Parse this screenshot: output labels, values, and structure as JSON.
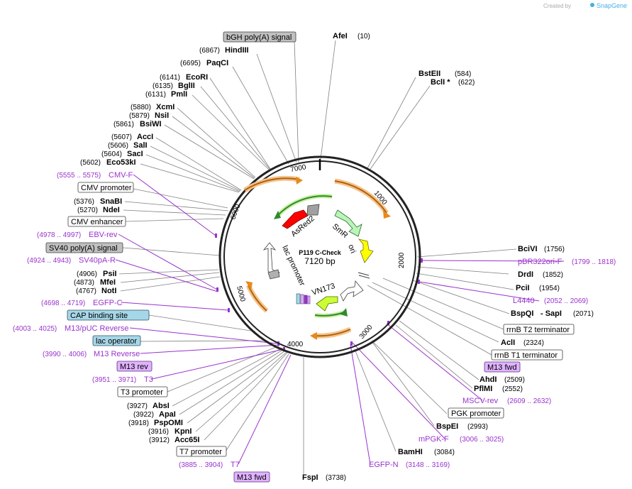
{
  "header": {
    "credit": "Created by",
    "brand": "SnapGene",
    "brand_color": "#45b0e5"
  },
  "plasmid": {
    "name": "P119 C-Check",
    "length": "7120 bp"
  },
  "ticks": [
    "1000",
    "2000",
    "3000",
    "4000",
    "5000",
    "6000",
    "7000"
  ],
  "features": [
    "AsRed2",
    "SmR",
    "ori",
    "lac promoter",
    "VN173"
  ],
  "right_labels": [
    {
      "name": "AfeI",
      "pos": "(10)"
    },
    {
      "name": "BstEII",
      "pos": "(584)"
    },
    {
      "name": "BclI *",
      "pos": "(622)"
    },
    {
      "name": "BciVI",
      "pos": "(1756)"
    },
    {
      "name": "pBR322ori-F",
      "pos": "(1799 .. 1818)"
    },
    {
      "name": "DrdI",
      "pos": "(1852)"
    },
    {
      "name": "PciI",
      "pos": "(1954)"
    },
    {
      "name": "L4440",
      "pos": "(2052 .. 2069)"
    },
    {
      "name": "BspQI",
      "pos": "- SapI"
    },
    {
      "name": "rrnB T2 terminator",
      "pos": ""
    },
    {
      "name": "AclI",
      "pos": "(2324)"
    },
    {
      "name": "rrnB T1 terminator",
      "pos": ""
    },
    {
      "name": "M13 fwd",
      "pos": ""
    },
    {
      "name": "AhdI",
      "pos": "(2509)"
    },
    {
      "name": "PflMI",
      "pos": "(2552)"
    },
    {
      "name": "MSCV-rev",
      "pos": "(2609 .. 2632)"
    },
    {
      "name": "PGK promoter",
      "pos": ""
    },
    {
      "name": "BspEI",
      "pos": "(2993)"
    },
    {
      "name": "mPGK-F",
      "pos": "(3006 .. 3025)"
    },
    {
      "name": "BamHI",
      "pos": "(3084)"
    },
    {
      "name": "EGFP-N",
      "pos": "(3148 .. 3169)"
    },
    {
      "name": "FspI",
      "pos": "(3738)"
    },
    {
      "name": "(2071)",
      "pos": ""
    }
  ],
  "left_labels": [
    {
      "name": "bGH poly(A) signal",
      "pos": ""
    },
    {
      "name": "HindIII",
      "pos": "(6867)"
    },
    {
      "name": "PaqCI",
      "pos": "(6695)"
    },
    {
      "name": "EcoRI",
      "pos": "(6141)"
    },
    {
      "name": "BglII",
      "pos": "(6135)"
    },
    {
      "name": "PmlI",
      "pos": "(6131)"
    },
    {
      "name": "XcmI",
      "pos": "(5880)"
    },
    {
      "name": "NsiI",
      "pos": "(5879)"
    },
    {
      "name": "BsiWI",
      "pos": "(5861)"
    },
    {
      "name": "AccI",
      "pos": "(5607)"
    },
    {
      "name": "SalI",
      "pos": "(5606)"
    },
    {
      "name": "SacI",
      "pos": "(5604)"
    },
    {
      "name": "Eco53kI",
      "pos": "(5602)"
    },
    {
      "name": "CMV-F",
      "pos": "(5555 .. 5575)"
    },
    {
      "name": "CMV promoter",
      "pos": ""
    },
    {
      "name": "SnaBI",
      "pos": "(5376)"
    },
    {
      "name": "NdeI",
      "pos": "(5270)"
    },
    {
      "name": "CMV enhancer",
      "pos": ""
    },
    {
      "name": "EBV-rev",
      "pos": "(4978 .. 4997)"
    },
    {
      "name": "SV40 poly(A) signal",
      "pos": ""
    },
    {
      "name": "SV40pA-R",
      "pos": "(4924 .. 4943)"
    },
    {
      "name": "PsiI",
      "pos": "(4906)"
    },
    {
      "name": "MfeI",
      "pos": "(4873)"
    },
    {
      "name": "NotI",
      "pos": "(4767)"
    },
    {
      "name": "EGFP-C",
      "pos": "(4698 .. 4719)"
    },
    {
      "name": "CAP binding site",
      "pos": ""
    },
    {
      "name": "M13/pUC Reverse",
      "pos": "(4003 .. 4025)"
    },
    {
      "name": "lac operator",
      "pos": ""
    },
    {
      "name": "M13 Reverse",
      "pos": "(3990 .. 4006)"
    },
    {
      "name": "M13 rev",
      "pos": ""
    },
    {
      "name": "T3",
      "pos": "(3951 .. 3971)"
    },
    {
      "name": "T3 promoter",
      "pos": ""
    },
    {
      "name": "AbsI",
      "pos": "(3927)"
    },
    {
      "name": "ApaI",
      "pos": "(3922)"
    },
    {
      "name": "PspOMI",
      "pos": "(3918)"
    },
    {
      "name": "KpnI",
      "pos": "(3916)"
    },
    {
      "name": "Acc65I",
      "pos": "(3912)"
    },
    {
      "name": "T7 promoter",
      "pos": ""
    },
    {
      "name": "T7",
      "pos": "(3885 .. 3904)"
    },
    {
      "name": "M13 fwd",
      "pos": ""
    }
  ],
  "colors": {
    "primer": "#9933cc",
    "orf_arrow": "#e88a1a",
    "red_feature": "#ff0000",
    "smr": "#b8f5b8",
    "ori": "#ffff00",
    "vn173": "#ccff33",
    "grey_box": "#c0c0c0",
    "blue_box": "#a6d7e8",
    "purple_box": "#e0b3ff"
  }
}
